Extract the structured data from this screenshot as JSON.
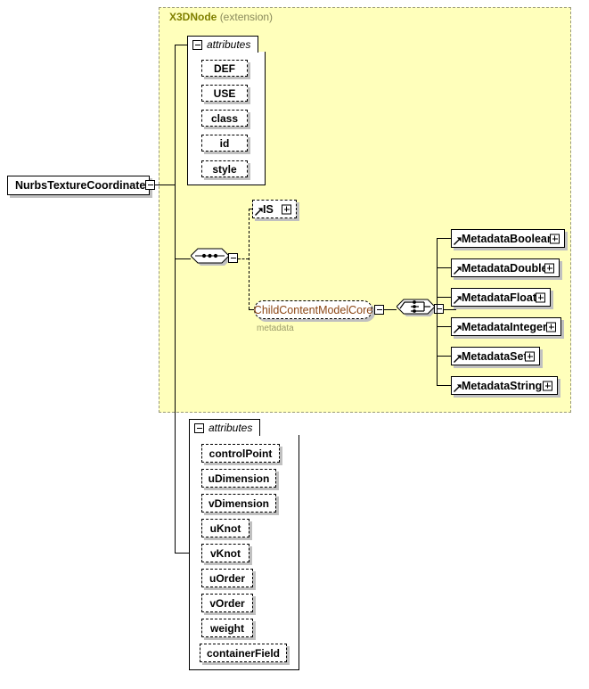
{
  "diagram": {
    "kind": "xml-schema-element-diagram",
    "root_element": {
      "name": "NurbsTextureCoordinate",
      "toggle": "collapse-minus-icon"
    },
    "extension_region": {
      "base_type": "X3DNode",
      "qualifier": "(extension)",
      "background_color": "#ffffbb",
      "border_color": "#999977"
    },
    "inherited_attributes": {
      "title": "attributes",
      "toggle": "collapse-minus-icon",
      "items": [
        {
          "name": "DEF"
        },
        {
          "name": "USE"
        },
        {
          "name": "class"
        },
        {
          "name": "id"
        },
        {
          "name": "style"
        }
      ]
    },
    "content_model": {
      "sequence_connector": "sequence-connector-icon",
      "choice_connector": "choice-connector-icon",
      "is_element": {
        "name": "IS",
        "toggle": "expand-plus-icon"
      },
      "group_reference": {
        "name": "ChildContentModelCore",
        "caption": "metadata",
        "toggle": "collapse-minus-icon"
      },
      "metadata_elements": [
        {
          "name": "MetadataBoolean",
          "toggle": "expand-plus-icon"
        },
        {
          "name": "MetadataDouble",
          "toggle": "expand-plus-icon"
        },
        {
          "name": "MetadataFloat",
          "toggle": "expand-plus-icon"
        },
        {
          "name": "MetadataInteger",
          "toggle": "expand-plus-icon"
        },
        {
          "name": "MetadataSet",
          "toggle": "expand-plus-icon"
        },
        {
          "name": "MetadataString",
          "toggle": "expand-plus-icon"
        }
      ]
    },
    "own_attributes": {
      "title": "attributes",
      "toggle": "collapse-minus-icon",
      "items": [
        {
          "name": "controlPoint"
        },
        {
          "name": "uDimension"
        },
        {
          "name": "vDimension"
        },
        {
          "name": "uKnot"
        },
        {
          "name": "vKnot"
        },
        {
          "name": "uOrder"
        },
        {
          "name": "vOrder"
        },
        {
          "name": "weight"
        },
        {
          "name": "containerField"
        }
      ]
    }
  }
}
